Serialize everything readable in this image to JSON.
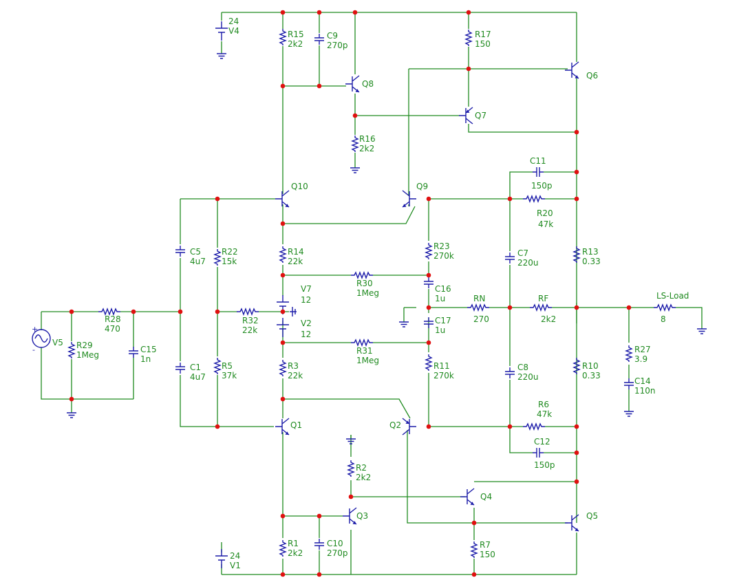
{
  "components": {
    "V4": {
      "ref": "V4",
      "value": "24"
    },
    "V1": {
      "ref": "V1",
      "value": "24"
    },
    "V5": {
      "ref": "V5",
      "value": "",
      "plus": "+",
      "minus": "-"
    },
    "V7": {
      "ref": "V7",
      "value": "12"
    },
    "V2": {
      "ref": "V2",
      "value": "12"
    },
    "R15": {
      "ref": "R15",
      "value": "2k2"
    },
    "R17": {
      "ref": "R17",
      "value": "150"
    },
    "R16": {
      "ref": "R16",
      "value": "2k2"
    },
    "R14": {
      "ref": "R14",
      "value": "22k"
    },
    "R22": {
      "ref": "R22",
      "value": "15k"
    },
    "R23": {
      "ref": "R23",
      "value": "270k"
    },
    "R30": {
      "ref": "R30",
      "value": "1Meg"
    },
    "R31": {
      "ref": "R31",
      "value": "1Meg"
    },
    "R28": {
      "ref": "R28",
      "value": "470"
    },
    "R29": {
      "ref": "R29",
      "value": "1Meg"
    },
    "R32": {
      "ref": "R32",
      "value": "22k"
    },
    "R5": {
      "ref": "R5",
      "value": "37k"
    },
    "R3": {
      "ref": "R3",
      "value": "22k"
    },
    "R11": {
      "ref": "R11",
      "value": "270k"
    },
    "R20": {
      "ref": "R20",
      "value": "47k"
    },
    "R6": {
      "ref": "R6",
      "value": "47k"
    },
    "R13": {
      "ref": "R13",
      "value": "0.33"
    },
    "R10": {
      "ref": "R10",
      "value": "0.33"
    },
    "RN": {
      "ref": "RN",
      "value": "270"
    },
    "RF": {
      "ref": "RF",
      "value": "2k2"
    },
    "R27": {
      "ref": "R27",
      "value": "3.9"
    },
    "R2": {
      "ref": "R2",
      "value": "2k2"
    },
    "R1": {
      "ref": "R1",
      "value": "2k2"
    },
    "R7": {
      "ref": "R7",
      "value": "150"
    },
    "LSLoad": {
      "ref": "LS-Load",
      "value": "8"
    },
    "C9": {
      "ref": "C9",
      "value": "270p"
    },
    "C10": {
      "ref": "C10",
      "value": "270p"
    },
    "C11": {
      "ref": "C11",
      "value": "150p"
    },
    "C12": {
      "ref": "C12",
      "value": "150p"
    },
    "C5": {
      "ref": "C5",
      "value": "4u7"
    },
    "C1": {
      "ref": "C1",
      "value": "4u7"
    },
    "C15": {
      "ref": "C15",
      "value": "1n"
    },
    "C16": {
      "ref": "C16",
      "value": "1u"
    },
    "C17": {
      "ref": "C17",
      "value": "1u"
    },
    "C7": {
      "ref": "C7",
      "value": "220u"
    },
    "C8": {
      "ref": "C8",
      "value": "220u"
    },
    "C14": {
      "ref": "C14",
      "value": "110n"
    },
    "Q1": {
      "ref": "Q1"
    },
    "Q2": {
      "ref": "Q2"
    },
    "Q3": {
      "ref": "Q3"
    },
    "Q4": {
      "ref": "Q4"
    },
    "Q5": {
      "ref": "Q5"
    },
    "Q6": {
      "ref": "Q6"
    },
    "Q7": {
      "ref": "Q7"
    },
    "Q8": {
      "ref": "Q8"
    },
    "Q9": {
      "ref": "Q9"
    },
    "Q10": {
      "ref": "Q10"
    }
  },
  "colors": {
    "wire": "#1e8a1e",
    "component": "#1a1aa8",
    "junction": "#e01010",
    "label": "#1f8a1f"
  }
}
